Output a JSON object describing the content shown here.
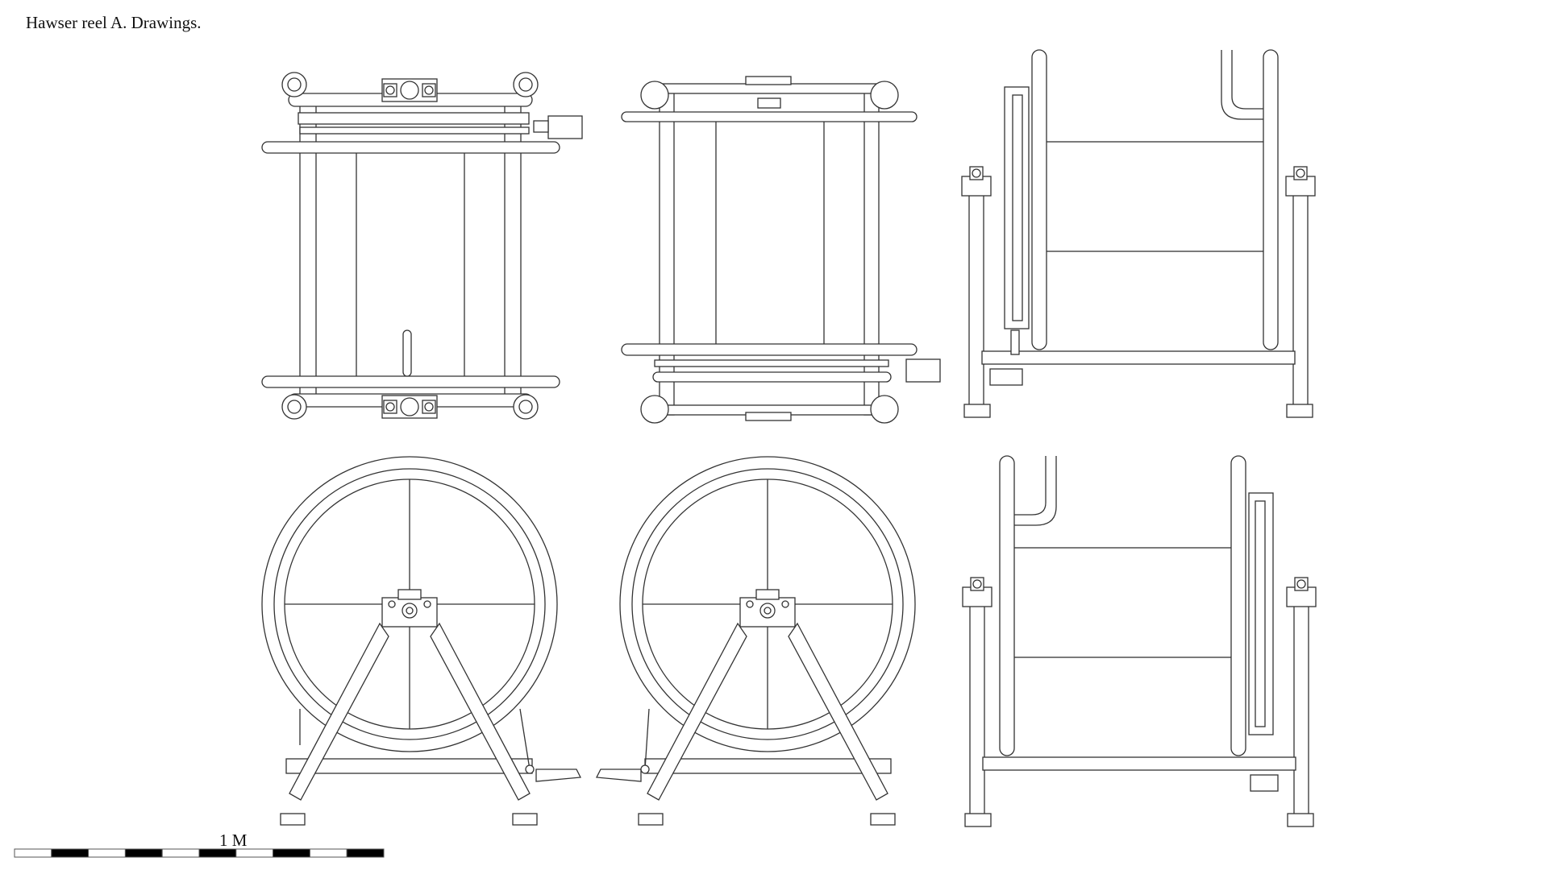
{
  "title": "Hawser reel A. Drawings.",
  "scale": {
    "label": "1 M",
    "segments": 10
  }
}
